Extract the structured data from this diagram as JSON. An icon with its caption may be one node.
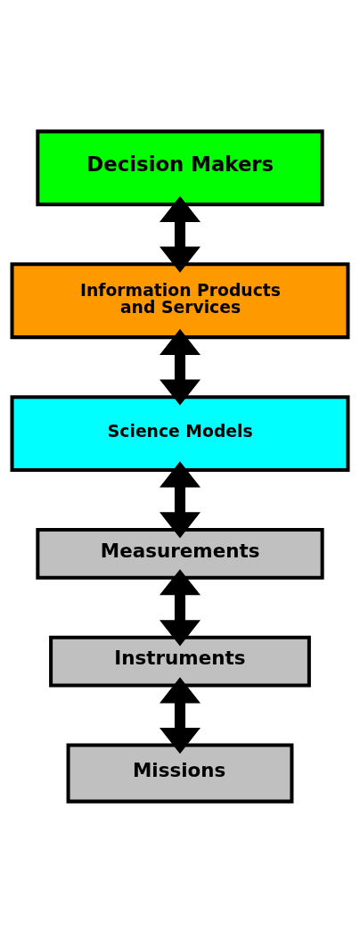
{
  "diagram": {
    "nodes": [
      {
        "text": [
          "Decision Makers"
        ]
      },
      {
        "text": [
          "Information Products and Services"
        ]
      },
      {
        "text": [
          "Science Models"
        ]
      },
      {
        "text": [
          "Measurements"
        ]
      },
      {
        "text": [
          "Instruments"
        ]
      },
      {
        "text": [
          "Missions"
        ]
      }
    ],
    "edges": [
      {
        "from": 0,
        "to": 1,
        "arrow": "both"
      },
      {
        "from": 1,
        "to": 2,
        "arrow": "both"
      },
      {
        "from": 2,
        "to": 3,
        "arrow": "both"
      },
      {
        "from": 3,
        "to": 4,
        "arrow": "both"
      },
      {
        "from": 4,
        "to": 5,
        "arrow": "both"
      }
    ]
  }
}
